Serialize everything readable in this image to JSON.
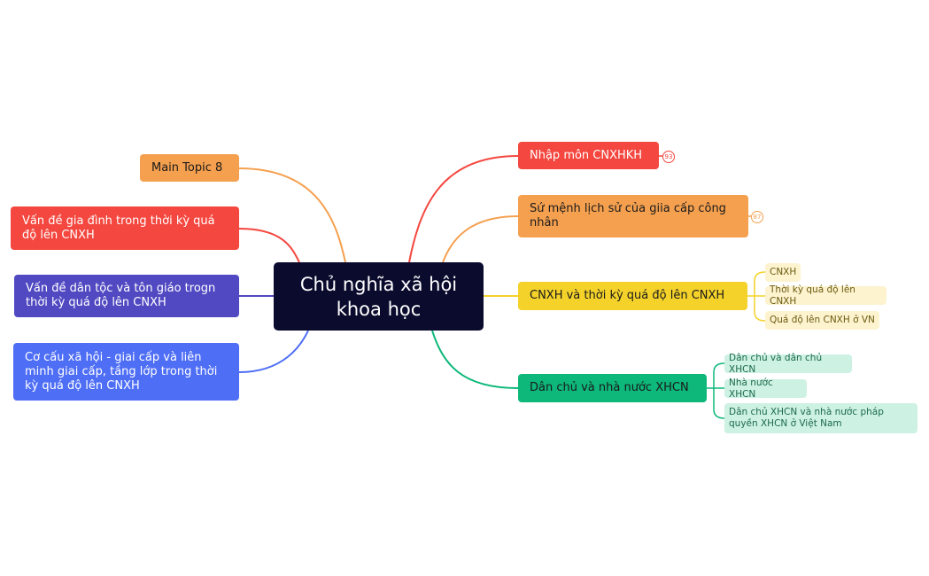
{
  "center": {
    "label": "Chủ nghĩa xã hội khoa học",
    "color": "#0b0b2e"
  },
  "left": [
    {
      "label": "Main Topic 8",
      "color": "#f5a04f"
    },
    {
      "label": "Vấn đề gia đình trong thời kỳ quá độ lên CNXH",
      "color": "#f4473f"
    },
    {
      "label": "Vấn đề dân tộc và tôn giáo trogn thời kỳ quá độ lên CNXH",
      "color": "#5149c2"
    },
    {
      "label": "Cơ cấu xã hội - giai cấp và liên minh giai cấp, tầng lớp trong thời kỳ quá độ lên CNXH",
      "color": "#4e6ef6"
    }
  ],
  "right": [
    {
      "label": "Nhập môn CNXHKH",
      "color": "#f4473f",
      "badge": "93"
    },
    {
      "label": "Sứ mệnh lịch sử của giia cấp công nhân",
      "color": "#f5a04f",
      "badge": "87"
    },
    {
      "label": "CNXH và thời kỳ quá độ lên CNXH",
      "color": "#f4d22a",
      "children": [
        "CNXH",
        "Thời kỳ quá độ lên CNXH",
        "Quá độ lên CNXH ở VN"
      ]
    },
    {
      "label": "Dân chủ và nhà nước XHCN",
      "color": "#0db87a",
      "children": [
        "Dân chủ và dân chủ XHCN",
        "Nhà nước XHCN",
        "Dân chủ XHCN và nhà nước pháp quyền XHCN ở Việt Nam"
      ]
    }
  ]
}
